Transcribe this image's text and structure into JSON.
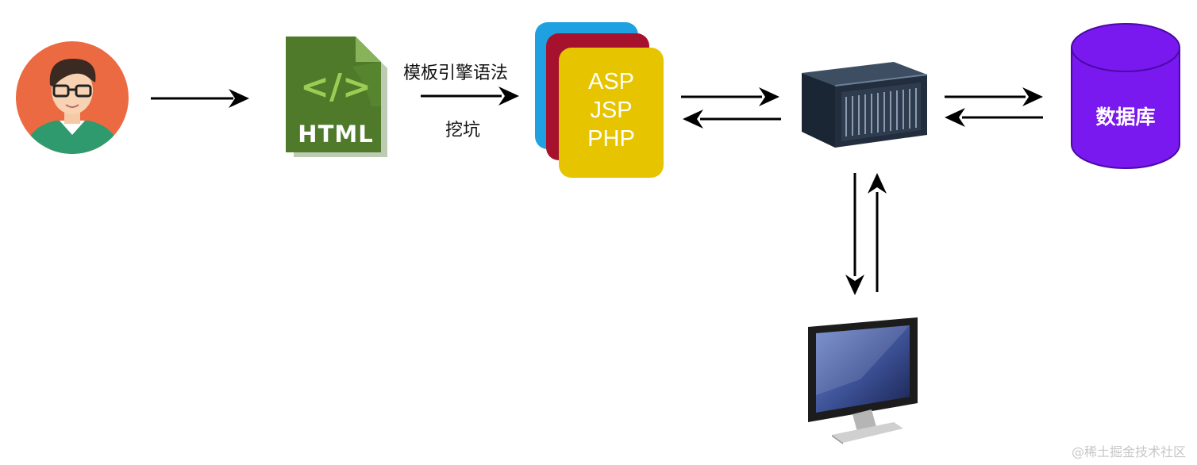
{
  "labels": {
    "arrow_top": "模板引擎语法",
    "arrow_bottom": "挖坑"
  },
  "template_card": {
    "lines": [
      "ASP",
      "JSP",
      "PHP"
    ]
  },
  "database": {
    "label": "数据库"
  },
  "html_icon": {
    "code_symbol": "</>",
    "text": "HTML"
  },
  "watermark": "@稀土掘金技术社区",
  "colors": {
    "avatar_bg": "#ec6a41",
    "html_green": "#4e7a2a",
    "card_blue": "#1fa0e0",
    "card_red": "#a6122e",
    "card_yellow": "#e6c400",
    "db_purple": "#7a18f0"
  }
}
